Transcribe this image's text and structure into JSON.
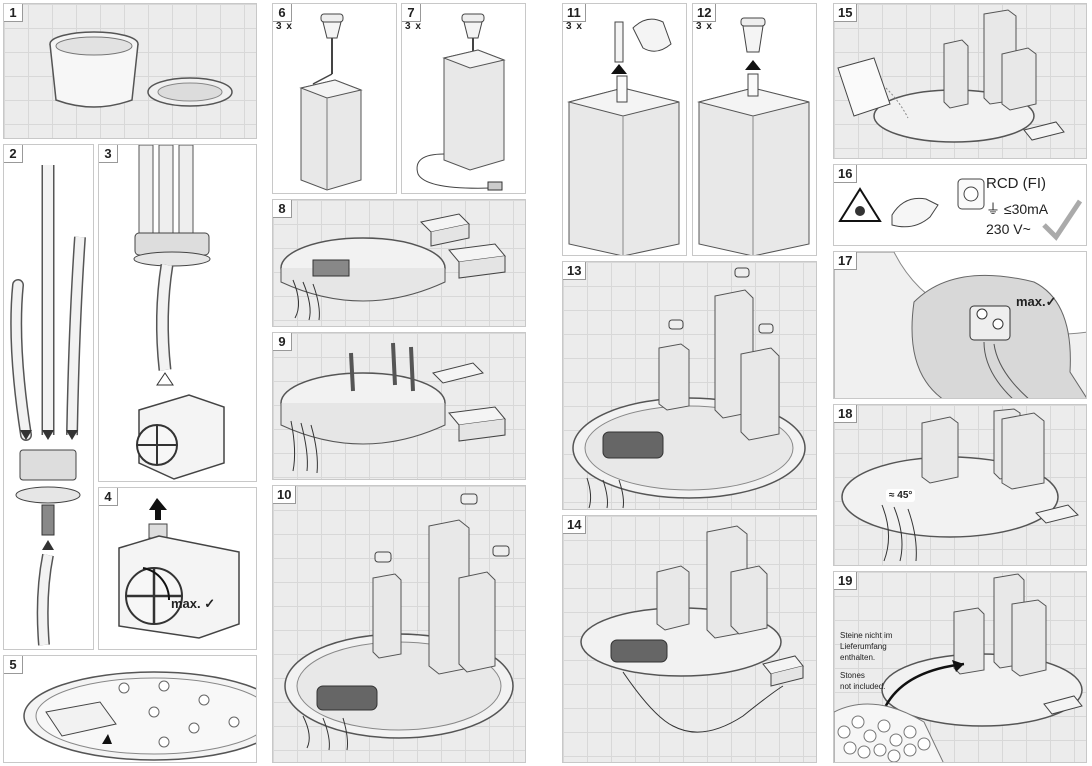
{
  "panels": {
    "p1": {
      "num": "1"
    },
    "p2": {
      "num": "2"
    },
    "p3": {
      "num": "3"
    },
    "p4": {
      "num": "4",
      "label": "max. ✓"
    },
    "p5": {
      "num": "5"
    },
    "p6": {
      "num": "6",
      "qty": "3 x"
    },
    "p7": {
      "num": "7",
      "qty": "3 x"
    },
    "p8": {
      "num": "8"
    },
    "p9": {
      "num": "9"
    },
    "p10": {
      "num": "10"
    },
    "p11": {
      "num": "11",
      "qty": "3 x"
    },
    "p12": {
      "num": "12",
      "qty": "3 x"
    },
    "p13": {
      "num": "13"
    },
    "p14": {
      "num": "14"
    },
    "p15": {
      "num": "15"
    },
    "p16": {
      "num": "16",
      "rcd": "RCD (FI)",
      "current": "⏚ ≤30mA",
      "voltage": "230 V~"
    },
    "p17": {
      "num": "17",
      "label": "max.✓"
    },
    "p18": {
      "num": "18",
      "angle": "≈ 45°"
    },
    "p19": {
      "num": "19",
      "note_de": [
        "Steine nicht im",
        "Lieferumfang",
        "enthalten."
      ],
      "note_en": [
        "Stones",
        "not included."
      ]
    }
  }
}
